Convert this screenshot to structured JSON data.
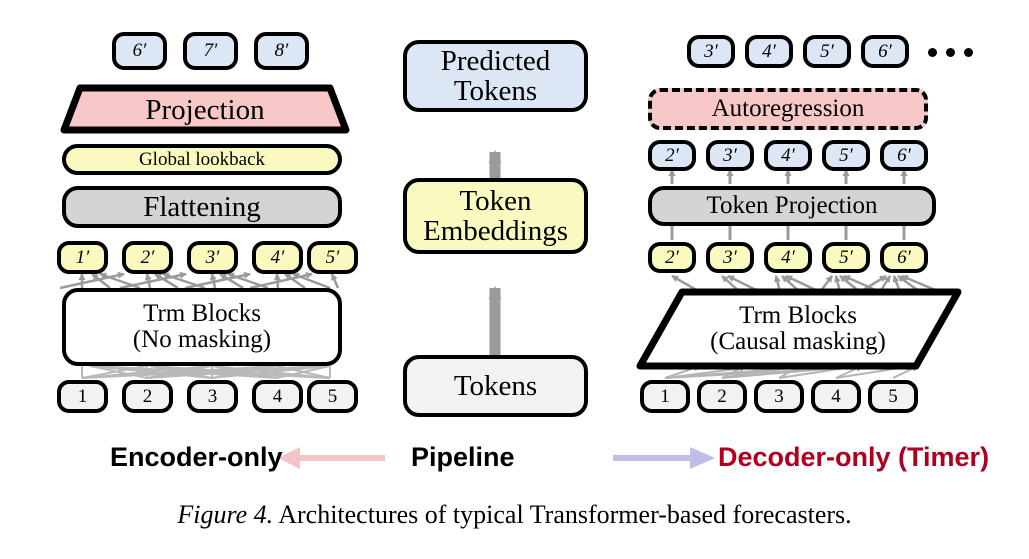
{
  "figure": {
    "caption_prefix": "Figure 4.",
    "caption_text": " Architectures of typical Transformer-based forecasters."
  },
  "colors": {
    "blue": "#dce6f5",
    "yellow": "#fafac0",
    "gray": "#d4d4d4",
    "light_gray": "#f2f2f2",
    "pink": "#f8c8c8",
    "arrow_pink": "#f2c6c6",
    "arrow_lavender": "#bebee8",
    "decoder_red": "#b00020",
    "edge_gray": "#9a9a9a",
    "stroke": "#000000"
  },
  "encoder": {
    "output_tokens": [
      "6′",
      "7′",
      "8′"
    ],
    "projection_label": "Projection",
    "global_lookback_label": "Global lookback",
    "flattening_label": "Flattening",
    "hidden_tokens": [
      "1′",
      "2′",
      "3′",
      "4′",
      "5′"
    ],
    "trm_line1": "Trm Blocks",
    "trm_line2": "(No masking)",
    "input_tokens": [
      "1",
      "2",
      "3",
      "4",
      "5"
    ]
  },
  "pipeline": {
    "predicted_tokens_line1": "Predicted",
    "predicted_tokens_line2": "Tokens",
    "token_embeddings_line1": "Token",
    "token_embeddings_line2": "Embeddings",
    "tokens_label": "Tokens"
  },
  "decoder": {
    "output_tokens": [
      "3′",
      "4′",
      "5′",
      "6′"
    ],
    "ellipsis": "• • •",
    "autoregression_label": "Autoregression",
    "projected_tokens": [
      "2′",
      "3′",
      "4′",
      "5′",
      "6′"
    ],
    "token_projection_label": "Token Projection",
    "hidden_tokens": [
      "2′",
      "3′",
      "4′",
      "5′",
      "6′"
    ],
    "trm_line1": "Trm Blocks",
    "trm_line2": "(Causal masking)",
    "input_tokens": [
      "1",
      "2",
      "3",
      "4",
      "5"
    ]
  },
  "footer": {
    "left_label": "Encoder-only",
    "center_label": "Pipeline",
    "right_label": "Decoder-only (Timer)"
  }
}
